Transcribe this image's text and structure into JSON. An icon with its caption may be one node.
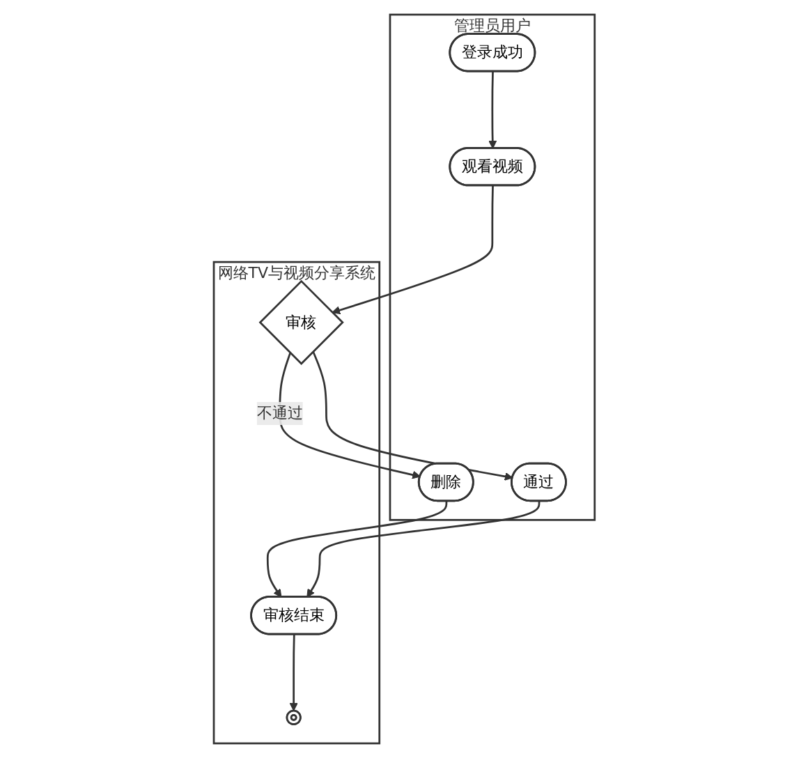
{
  "diagram": {
    "nodes": [
      {
        "text": [
          "管理员用户"
        ]
      },
      {
        "text": [
          "网络TV与视频分享系统"
        ]
      },
      {
        "text": [
          "登录成功"
        ],
        "in": 0
      },
      {
        "text": [
          "观看视频"
        ],
        "in": 0
      },
      {
        "text": [
          "审核"
        ],
        "in": 1
      },
      {
        "text": [
          "删除"
        ],
        "in": 0
      },
      {
        "text": [
          "通过"
        ],
        "in": 0
      },
      {
        "text": [
          "审核结束"
        ],
        "in": 1
      },
      {
        "text": [],
        "shape": "circle",
        "in": 1
      }
    ],
    "edges": [
      {
        "from": 2,
        "to": 3,
        "arrow": "to"
      },
      {
        "from": 3,
        "to": 4,
        "arrow": "to"
      },
      {
        "from": 4,
        "to": 5,
        "arrow": "to",
        "label": "不通过"
      },
      {
        "from": 4,
        "to": 6,
        "arrow": "to"
      },
      {
        "from": 5,
        "to": 7,
        "arrow": "to"
      },
      {
        "from": 6,
        "to": 7,
        "arrow": "to"
      },
      {
        "from": 7,
        "to": 8,
        "arrow": "to"
      }
    ]
  }
}
